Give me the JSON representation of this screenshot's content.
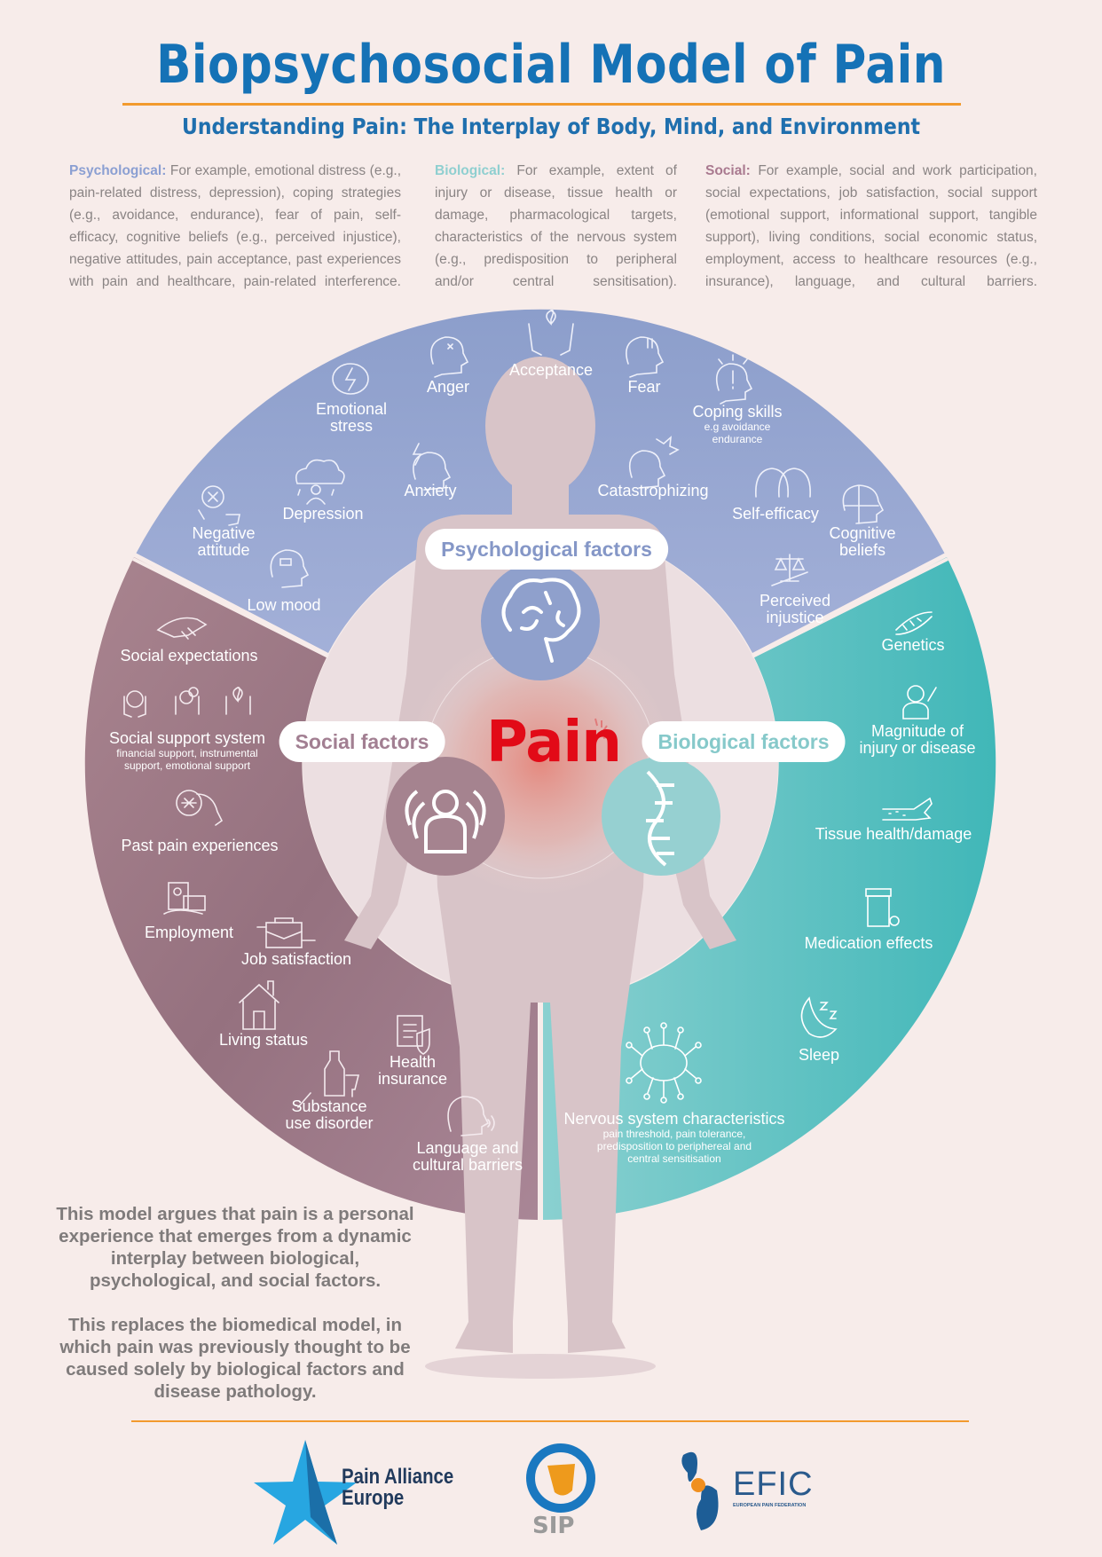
{
  "header": {
    "title": "Biopsychosocial Model of Pain",
    "subtitle": "Understanding Pain: The Interplay of Body, Mind, and Environment"
  },
  "descriptions": {
    "psychological": {
      "lead": "Psychological:",
      "text": " For example, emotional distress (e.g., pain-related distress, depression), coping strategies (e.g., avoidance, endurance), fear of pain, self-efficacy, cognitive beliefs (e.g., perceived injustice), negative attitudes, pain acceptance, past experiences with pain and healthcare, pain-related interference."
    },
    "biological": {
      "lead": "Biological:",
      "text": " For example, extent of injury or disease, tissue health or damage, pharmacological targets, characteristics of the nervous system (e.g., predisposition to peripheral and/or central sensitisation)."
    },
    "social": {
      "lead": "Social:",
      "text": " For example, social and work participation, social expectations, job satisfaction, social support (emotional support, informational support, tangible support), living conditions, social economic status, employment, access to healthcare resources (e.g., insurance), language, and cultural barriers."
    }
  },
  "colors": {
    "psychological": "#8fa0cc",
    "social": "#a27f92",
    "biological": "#45b9ba",
    "pain": "#e20a17",
    "title": "#1572b6",
    "accent_rule": "#f29a2e"
  },
  "center": {
    "pain_label": "Pain",
    "psychological_pill": "Psychological factors",
    "social_pill": "Social factors",
    "biological_pill": "Biological factors"
  },
  "psychological_items": [
    {
      "label": "Acceptance",
      "icon": "hands-heart-icon"
    },
    {
      "label": "Anger",
      "icon": "angry-head-icon"
    },
    {
      "label": "Fear",
      "icon": "fearful-head-icon"
    },
    {
      "label": "Emotional stress",
      "icon": "brain-lightning-icon"
    },
    {
      "label": "Coping skills",
      "sub": "e.g avoidance endurance",
      "icon": "head-alert-icon"
    },
    {
      "label": "Anxiety",
      "icon": "head-lightning-icon"
    },
    {
      "label": "Catastrophizing",
      "icon": "head-burst-icon"
    },
    {
      "label": "Depression",
      "icon": "rain-cloud-person-icon"
    },
    {
      "label": "Self-efficacy",
      "icon": "two-heads-icon"
    },
    {
      "label": "Negative attitude",
      "icon": "head-thumbs-down-icon"
    },
    {
      "label": "Cognitive beliefs",
      "icon": "puzzle-head-icon"
    },
    {
      "label": "Low mood",
      "icon": "low-battery-head-icon"
    },
    {
      "label": "Perceived injustice",
      "icon": "scales-gavel-icon"
    }
  ],
  "social_items": [
    {
      "label": "Social expectations",
      "icon": "handshake-icon"
    },
    {
      "label": "Social support system",
      "sub": "financial support, instrumental support, emotional support",
      "icon": "support-hands-icon"
    },
    {
      "label": "Past pain experiences",
      "icon": "head-memory-icon"
    },
    {
      "label": "Employment",
      "icon": "employment-icon"
    },
    {
      "label": "Job satisfaction",
      "icon": "briefcase-thumbs-icon"
    },
    {
      "label": "Living status",
      "icon": "house-icon"
    },
    {
      "label": "Health insurance",
      "icon": "insurance-shield-icon"
    },
    {
      "label": "Substance use disorder",
      "icon": "bottle-syringe-icon"
    },
    {
      "label": "Language and cultural barriers",
      "icon": "speaking-head-icon"
    }
  ],
  "biological_items": [
    {
      "label": "Genetics",
      "icon": "dna-icon"
    },
    {
      "label": "Magnitude of injury or disease",
      "icon": "injured-person-icon"
    },
    {
      "label": "Tissue health/damage",
      "icon": "damaged-arm-icon"
    },
    {
      "label": "Medication effects",
      "icon": "pill-bottle-icon"
    },
    {
      "label": "Sleep",
      "icon": "moon-zz-icon"
    },
    {
      "label": "Nervous system characteristics",
      "sub": "pain threshold, pain tolerance, predisposition to periphereal and central sensitisation",
      "icon": "neural-brain-icon"
    }
  ],
  "summary": {
    "p1": "This model argues that pain is a personal experience that emerges from a dynamic interplay between biological, psychological, and social factors.",
    "p2": "This replaces the biomedical model, in which pain was previously thought to be caused solely by biological factors and disease pathology."
  },
  "logos": {
    "pae_line1": "Pain Alliance",
    "pae_line2": "Europe",
    "sip": "SIP",
    "efic": "EFIC",
    "efic_sub": "EUROPEAN PAIN FEDERATION"
  }
}
